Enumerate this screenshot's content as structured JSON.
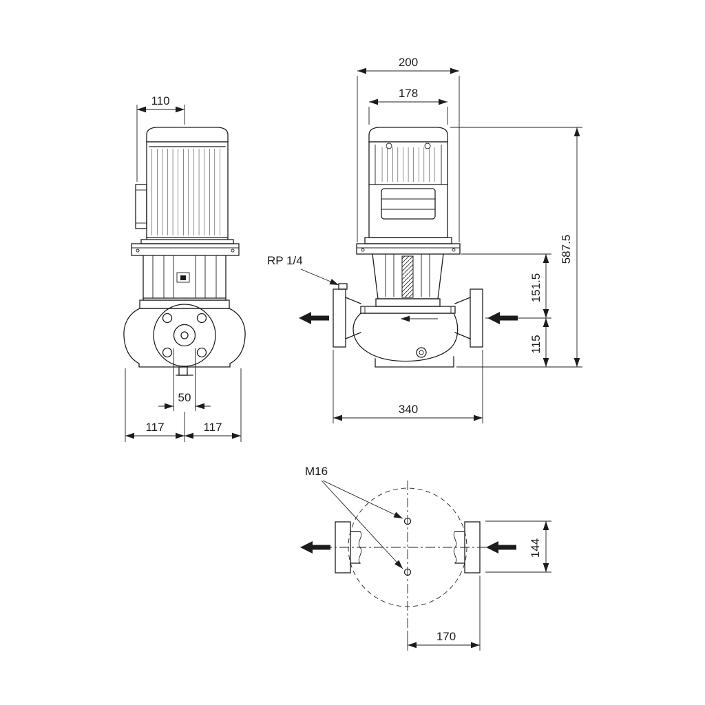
{
  "colors": {
    "line": "#1c1c1c",
    "background": "#ffffff"
  },
  "front_view": {
    "dim_centerline_to_box": "110",
    "dim_bore": "50",
    "dim_left_half": "117",
    "dim_right_half": "117"
  },
  "side_view": {
    "dim_flange_plate": "200",
    "dim_motor": "178",
    "dim_total_height": "587.5",
    "dim_lantern_height": "151.5",
    "dim_base_height": "115",
    "dim_port_to_port": "340",
    "gauge_port_label": "RP 1/4"
  },
  "plan_view": {
    "bolt_label": "M16",
    "dim_tapping_span": "144",
    "dim_center_to_face": "170"
  }
}
